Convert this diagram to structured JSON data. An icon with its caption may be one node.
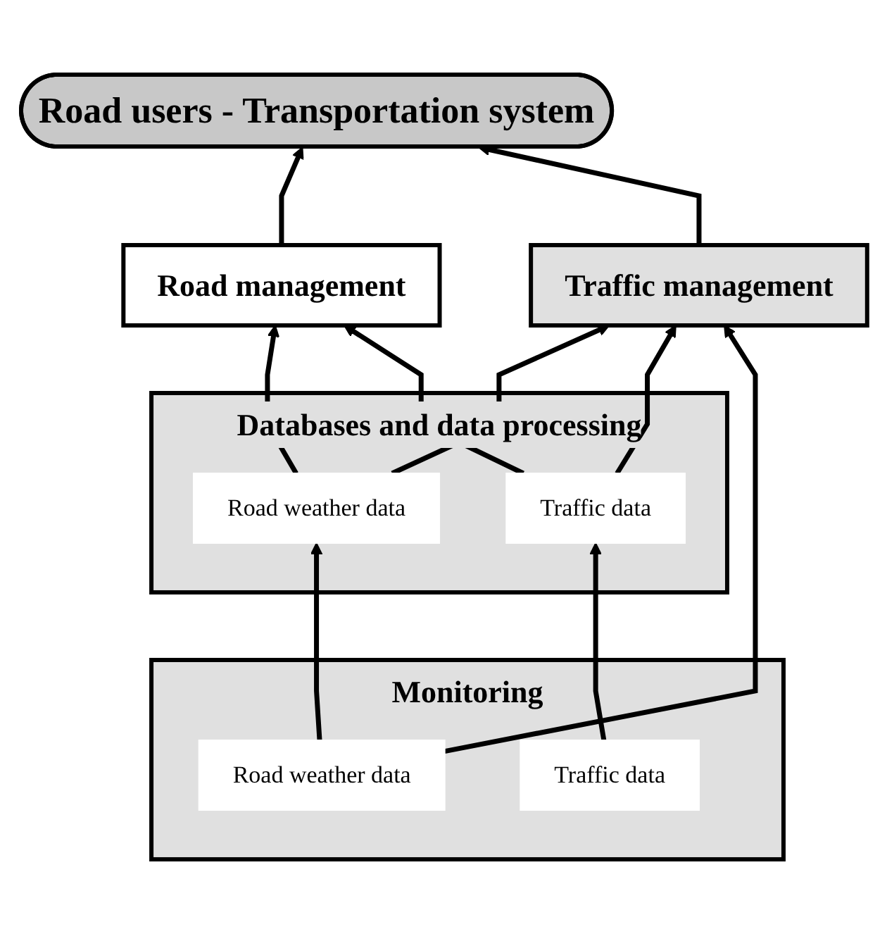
{
  "diagram": {
    "nodes": [
      {
        "text": [
          "Road users - Transportation system"
        ]
      },
      {
        "text": [
          "Road management"
        ]
      },
      {
        "text": [
          "Traffic management"
        ]
      },
      {
        "text": [
          "Databases and data processing"
        ]
      },
      {
        "text": [
          "Road weather data"
        ],
        "in": 3
      },
      {
        "text": [
          "Traffic data"
        ],
        "in": 3
      },
      {
        "text": [
          "Monitoring"
        ]
      },
      {
        "text": [
          "Road weather data"
        ],
        "in": 6
      },
      {
        "text": [
          "Traffic data"
        ],
        "in": 6
      }
    ],
    "edges": [
      {
        "from": 1,
        "to": 0,
        "arrow": "to"
      },
      {
        "from": 2,
        "to": 0,
        "arrow": "to"
      },
      {
        "from": 4,
        "to": 1,
        "arrow": "to"
      },
      {
        "from": 4,
        "to": 2,
        "arrow": "to"
      },
      {
        "from": 5,
        "to": 2,
        "arrow": "to"
      },
      {
        "from": 5,
        "to": 1,
        "arrow": "to"
      },
      {
        "from": 7,
        "to": 4,
        "arrow": "to"
      },
      {
        "from": 8,
        "to": 5,
        "arrow": "to"
      },
      {
        "from": 7,
        "to": 2,
        "arrow": "to"
      }
    ]
  }
}
